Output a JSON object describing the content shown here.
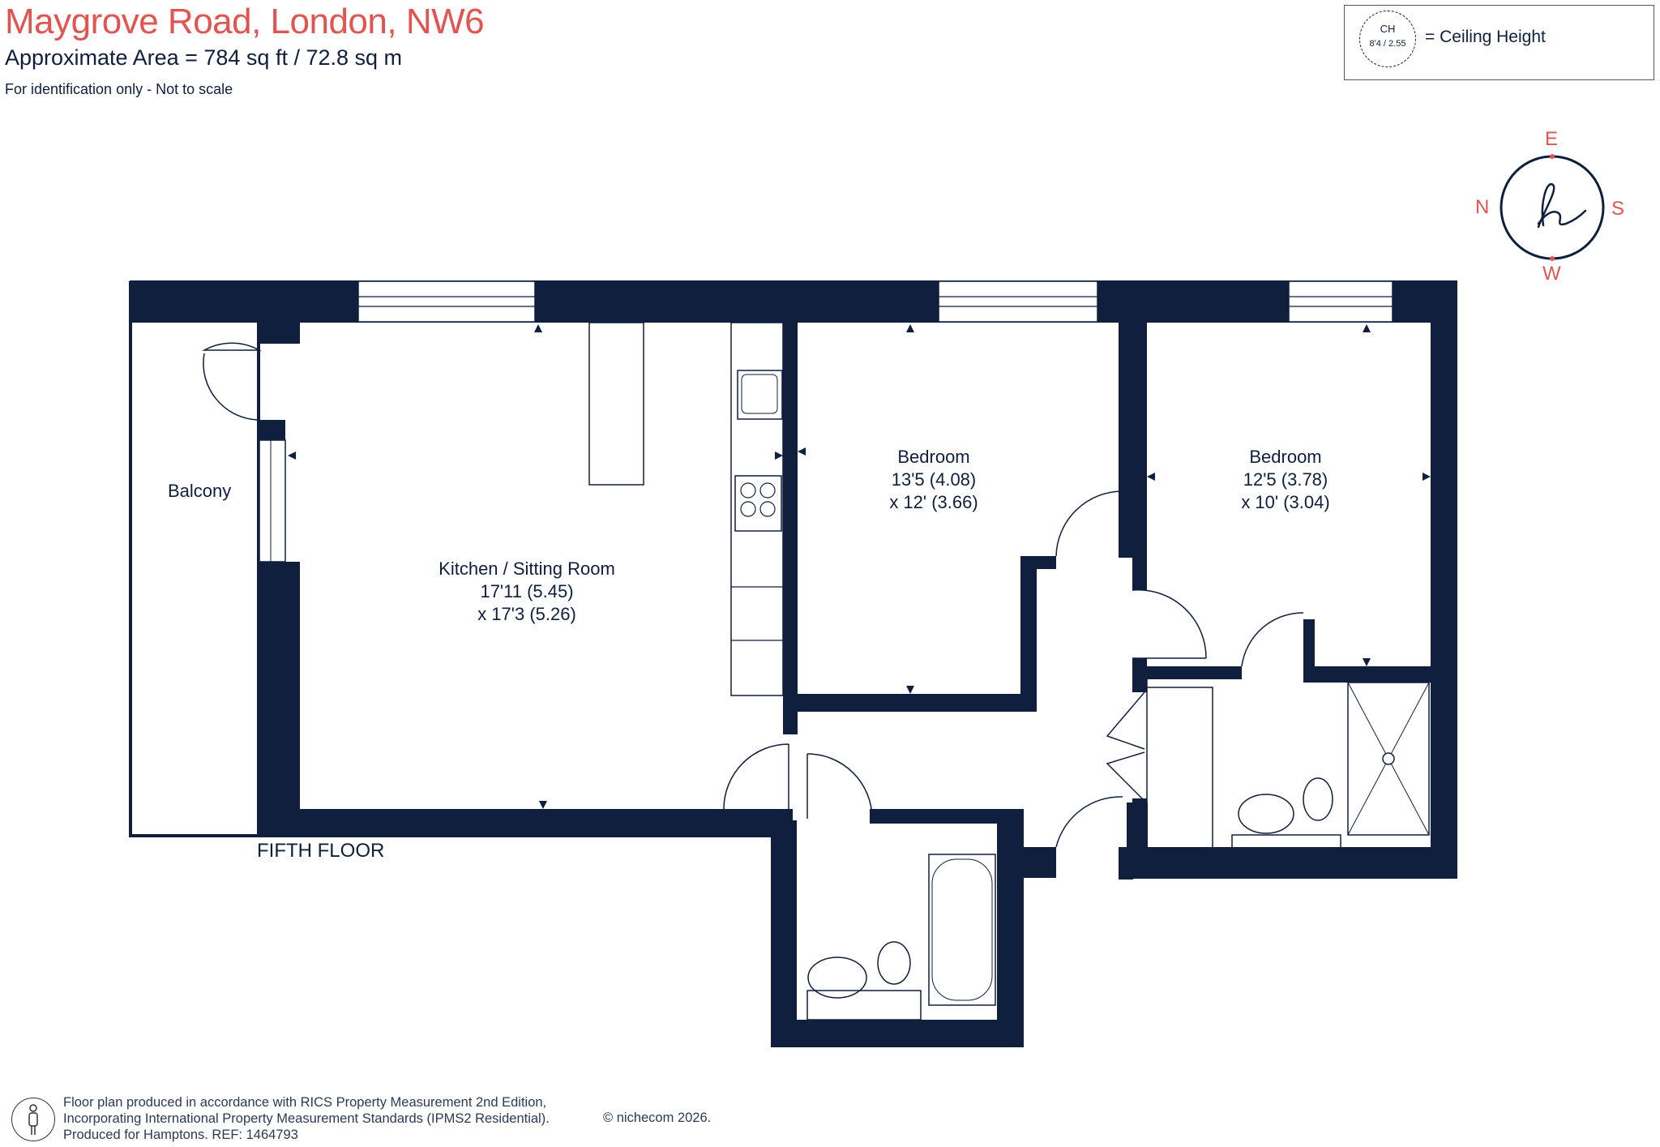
{
  "header": {
    "title": "Maygrove Road, London, NW6",
    "area": "Approximate Area = 784 sq ft / 72.8 sq m",
    "note": "For identification only - Not to scale"
  },
  "ceiling_key": {
    "abbr": "CH",
    "value": "8'4 / 2.55",
    "label": "= Ceiling Height"
  },
  "compass": {
    "top": "E",
    "bottom": "W",
    "left": "N",
    "right": "S",
    "icon": "hamptons-h-logo"
  },
  "rooms": {
    "balcony": {
      "name": "Balcony"
    },
    "kitchen": {
      "name": "Kitchen / Sitting Room",
      "dim1": "17'11 (5.45)",
      "dim2": "x 17'3 (5.26)"
    },
    "bedroom1": {
      "name": "Bedroom",
      "dim1": "13'5 (4.08)",
      "dim2": "x 12' (3.66)"
    },
    "bedroom2": {
      "name": "Bedroom",
      "dim1": "12'5 (3.78)",
      "dim2": "x 10' (3.04)"
    }
  },
  "floor_label": "FIFTH FLOOR",
  "footer": {
    "line1": "Floor plan produced in accordance with RICS Property Measurement 2nd Edition,",
    "line2": "Incorporating International Property Measurement Standards (IPMS2 Residential).",
    "line3": "Produced for Hamptons.    REF: 1464793",
    "copyright": "© nichecom 2026."
  },
  "colors": {
    "wall": "#0f1f3d",
    "accent": "#e05452",
    "text": "#0f1f3d"
  }
}
